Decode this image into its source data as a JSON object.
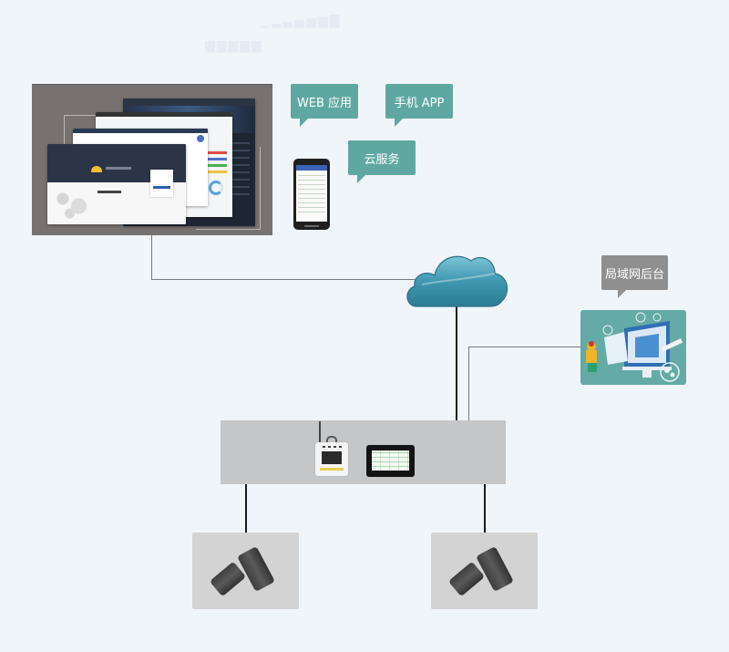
{
  "diagram": {
    "type": "network-topology",
    "nodes": {
      "software_panel": {
        "label": "software-screenshots",
        "windows": [
          "dashboard-dark",
          "report-view",
          "data-view",
          "login-page"
        ]
      },
      "web_app_bubble": {
        "label": "WEB 应用"
      },
      "mobile_app_bubble": {
        "label": "手机 APP"
      },
      "cloud_service_bubble": {
        "label": "云服务"
      },
      "lan_backend_bubble": {
        "label": "局域网后台"
      },
      "cloud": {
        "icon": "cloud-icon"
      },
      "lan_backend_image": {
        "icon": "computer-illustration"
      },
      "gateway": {
        "devices": [
          "wireless-data-logger",
          "touch-screen-display"
        ]
      },
      "sensors": [
        {
          "icon": "sensor-probe-icon"
        },
        {
          "icon": "sensor-probe-icon"
        }
      ]
    },
    "edges": [
      [
        "software_panel",
        "cloud"
      ],
      [
        "cloud",
        "gateway"
      ],
      [
        "lan_backend_image",
        "gateway"
      ],
      [
        "gateway",
        "sensor_1"
      ],
      [
        "gateway",
        "sensor_2"
      ]
    ]
  },
  "colors": {
    "background": "#f0f5fa",
    "bubble_teal": "#5fa8a2",
    "bubble_gray": "#8f8f8f",
    "cloud": "#3f97b0",
    "gateway_box": "#c4c6c8",
    "sensor_card": "#d3d3d3",
    "lan_image": "#64aaa6"
  }
}
